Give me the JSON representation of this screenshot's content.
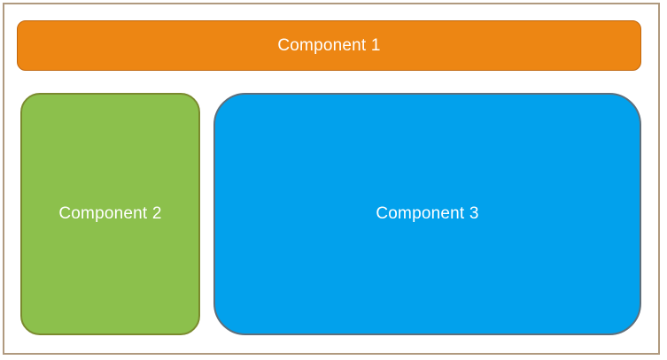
{
  "components": [
    {
      "label": "Component 1",
      "color": "#ed8613"
    },
    {
      "label": "Component 2",
      "color": "#8cc04c"
    },
    {
      "label": "Component 3",
      "color": "#02a1ec"
    }
  ]
}
